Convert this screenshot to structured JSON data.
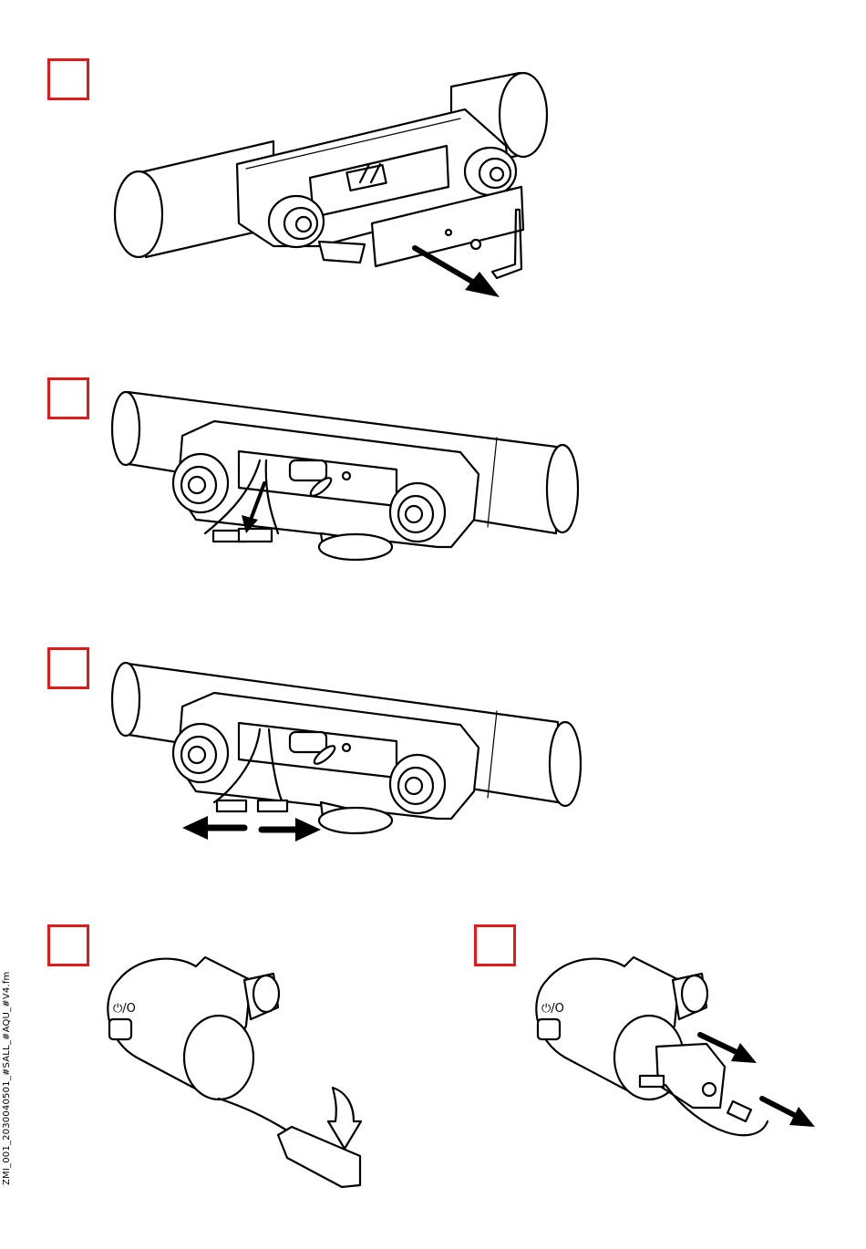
{
  "document": {
    "side_code": "ZMI_001_2030040501_#SALL_#AQU_#V4.fm"
  },
  "steps": [
    {
      "id": "step-1",
      "box_color": "#e01b1b"
    },
    {
      "id": "step-2",
      "box_color": "#e01b1b"
    },
    {
      "id": "step-3",
      "box_color": "#e01b1b"
    },
    {
      "id": "step-4",
      "box_color": "#e01b1b"
    },
    {
      "id": "step-5",
      "box_color": "#e01b1b"
    }
  ],
  "icons": {
    "housing_icon": "power-symbol-icon"
  }
}
